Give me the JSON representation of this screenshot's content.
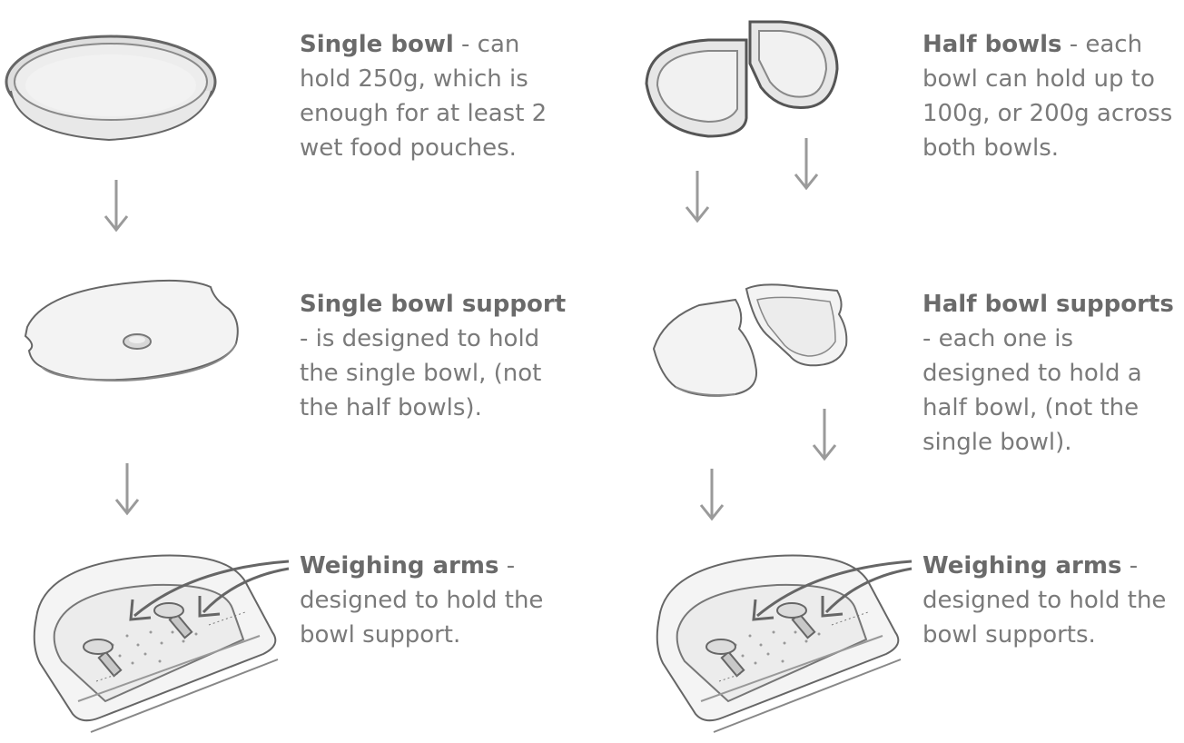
{
  "left_column": {
    "single_bowl": {
      "title": "Single bowl",
      "text": " - can hold 250g, which is enough for at least 2 wet food pouches."
    },
    "single_bowl_support": {
      "title": "Single bowl support",
      "text": " - is designed to hold the single bowl, (not the half bowls)."
    },
    "weighing_arms": {
      "title": "Weighing arms",
      "text": " - designed to hold the bowl support."
    }
  },
  "right_column": {
    "half_bowls": {
      "title": "Half bowls",
      "text": " - each bowl can hold up to 100g, or 200g across both bowls."
    },
    "half_bowl_supports": {
      "title": "Half bowl supports",
      "text": " - each one is designed to hold a half bowl, (not the single bowl)."
    },
    "weighing_arms": {
      "title": "Weighing arms",
      "text": " - designed to hold the bowl supports."
    }
  },
  "colors": {
    "line": "#6e6e6e",
    "arrow": "#9a9a9a",
    "fill_light": "#ececec",
    "fill_mid": "#dcdcdc"
  }
}
